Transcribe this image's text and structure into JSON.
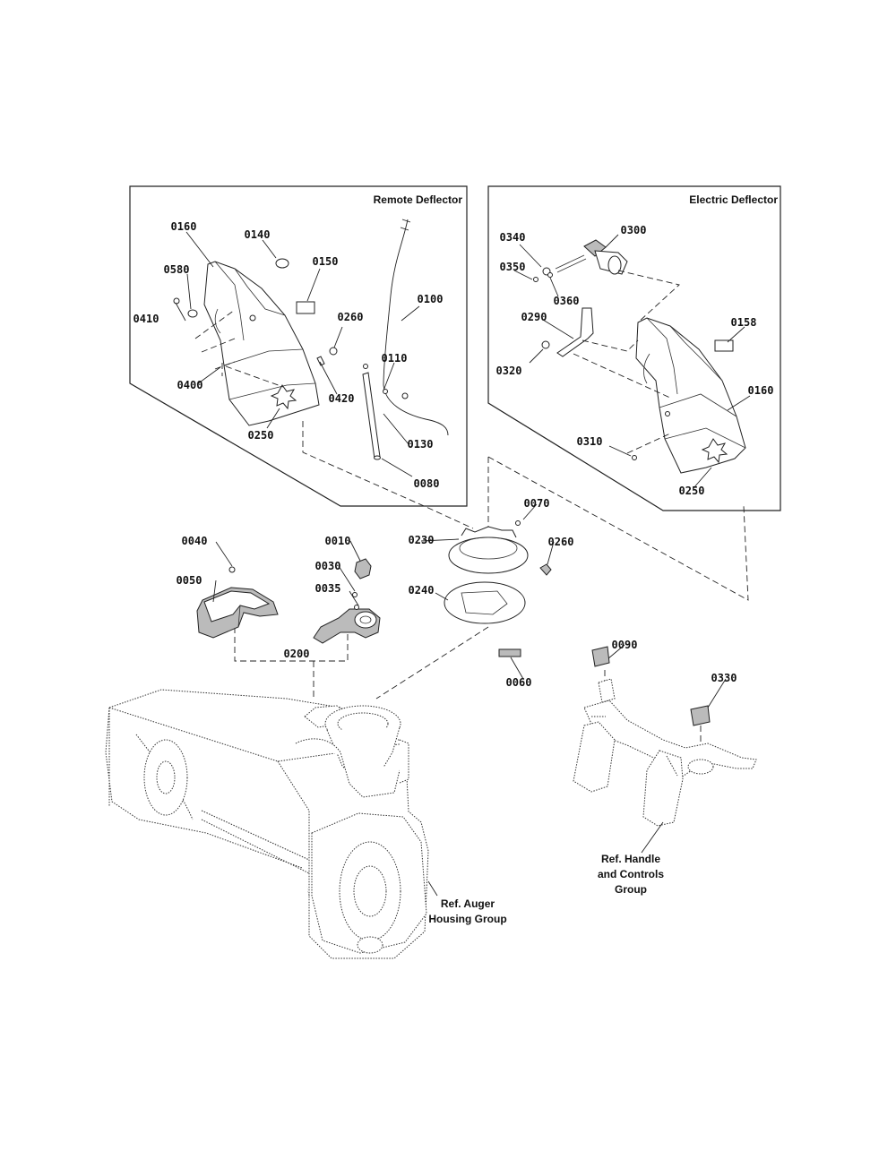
{
  "panels": {
    "remote_deflector": {
      "title": "Remote Deflector"
    },
    "electric_deflector": {
      "title": "Electric Deflector"
    }
  },
  "labels": {
    "remote": {
      "p0160": "0160",
      "p0140": "0140",
      "p0150": "0150",
      "p0580": "0580",
      "p0410": "0410",
      "p0260": "0260",
      "p0100": "0100",
      "p0110": "0110",
      "p0420": "0420",
      "p0400": "0400",
      "p0250": "0250",
      "p0130": "0130",
      "p0080": "0080"
    },
    "electric": {
      "p0340": "0340",
      "p0300": "0300",
      "p0350": "0350",
      "p0360": "0360",
      "p0290": "0290",
      "p0320": "0320",
      "p0158": "0158",
      "p0160": "0160",
      "p0310": "0310",
      "p0250": "0250"
    },
    "main": {
      "p0040": "0040",
      "p0010": "0010",
      "p0030": "0030",
      "p0035": "0035",
      "p0050": "0050",
      "p0200": "0200",
      "p0230": "0230",
      "p0070": "0070",
      "p0260": "0260",
      "p0240": "0240",
      "p0060": "0060",
      "p0090": "0090",
      "p0330": "0330"
    }
  },
  "references": {
    "auger": {
      "line1": "Ref. Auger",
      "line2": "Housing Group"
    },
    "handle": {
      "line1": "Ref. Handle",
      "line2": "and Controls",
      "line3": "Group"
    }
  }
}
